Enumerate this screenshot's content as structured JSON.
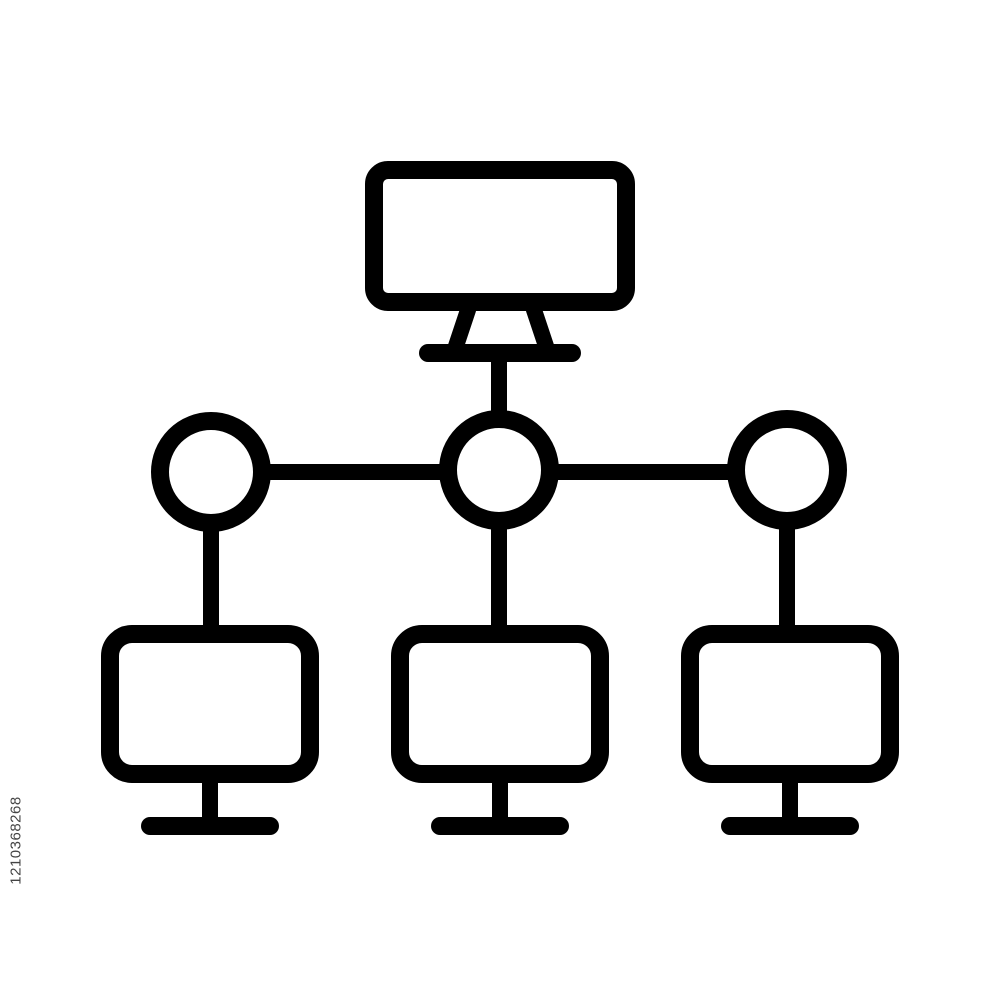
{
  "diagram": {
    "description_nodes": {
      "server": "monitor-icon",
      "hubs": [
        "hub-node-left",
        "hub-node-center",
        "hub-node-right"
      ],
      "clients": [
        "client-monitor-left",
        "client-monitor-center",
        "client-monitor-right"
      ]
    },
    "colors": {
      "stroke": "#000000",
      "background": "#ffffff"
    }
  },
  "watermark": {
    "id_text": "1210368268"
  }
}
